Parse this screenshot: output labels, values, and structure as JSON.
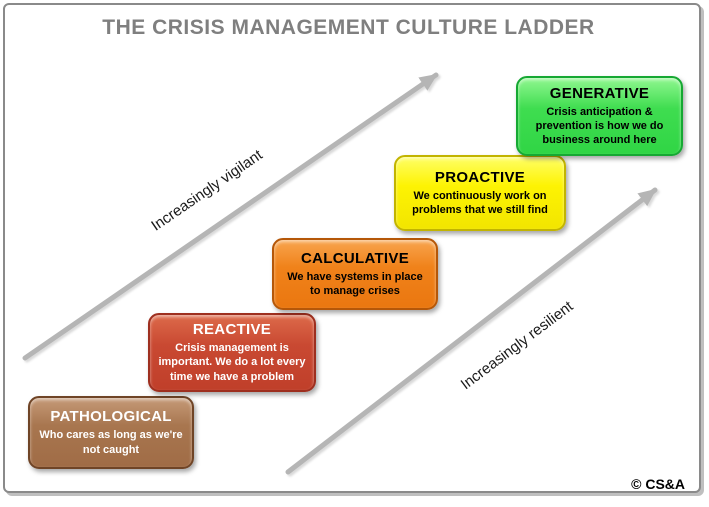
{
  "title": "THE CRISIS MANAGEMENT CULTURE LADDER",
  "arrows": {
    "top_label": "Increasingly vigilant",
    "bottom_label": "Increasingly resilient",
    "color": "#b5b5b5"
  },
  "ladder": {
    "steps": [
      {
        "id": "pathological",
        "title": "PATHOLOGICAL",
        "body": "Who cares as long as we're\nnot caught",
        "fill": "#a06c46",
        "border": "#6f4426",
        "text_color": "#ffffff"
      },
      {
        "id": "reactive",
        "title": "REACTIVE",
        "body": "Crisis management is\nimportant. We do a lot every\ntime we have a problem",
        "fill": "#c03f2a",
        "border": "#9e2f1f",
        "text_color": "#ffffff"
      },
      {
        "id": "calculative",
        "title": "CALCULATIVE",
        "body": "We have systems in place\nto manage crises",
        "fill": "#ea7710",
        "border": "#b55708",
        "text_color": "#000000"
      },
      {
        "id": "proactive",
        "title": "PROACTIVE",
        "body": "We continuously work on\nproblems that we still find",
        "fill": "#f2e500",
        "border": "#c2b400",
        "text_color": "#000000"
      },
      {
        "id": "generative",
        "title": "GENERATIVE",
        "body": "Crisis anticipation &\nprevention is how we do\nbusiness around here",
        "fill": "#30d545",
        "border": "#16a833",
        "text_color": "#000000"
      }
    ]
  },
  "footer": {
    "copyright": "© CS&A"
  }
}
